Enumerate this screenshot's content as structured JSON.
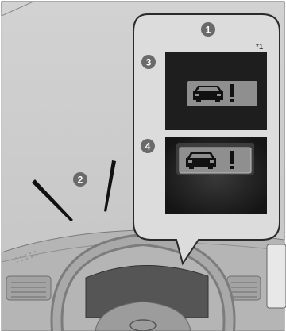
{
  "callouts": {
    "c1": "1",
    "c2": "2",
    "c3": "3",
    "c4": "4"
  },
  "note_marker": "*1",
  "icons": {
    "warning_indicator": "car-exclamation-icon"
  },
  "colors": {
    "background": "#c9c9c9",
    "display_screen": "#1e1e1e",
    "indicator_fill": "#8f8f8f",
    "callout_circle": "#6a6a6a",
    "bubble_fill": "#dcdcdc"
  }
}
